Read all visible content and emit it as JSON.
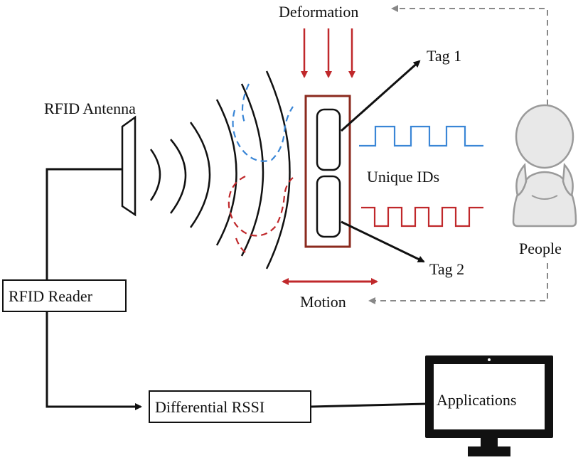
{
  "labels": {
    "deformation": "Deformation",
    "tag1": "Tag 1",
    "rfid_antenna": "RFID Antenna",
    "unique_ids": "Unique IDs",
    "people": "People",
    "tag2": "Tag 2",
    "rfid_reader": "RFID Reader",
    "motion": "Motion",
    "differential_rssi": "Differential RSSI",
    "applications": "Applications"
  },
  "colors": {
    "line": "#111111",
    "red": "#c0282b",
    "blue": "#3a86d6",
    "gray_dash": "#888888",
    "tag_box": "#8b2a1e",
    "person_fill": "#e8e8e8",
    "person_stroke": "#9a9a9a"
  }
}
